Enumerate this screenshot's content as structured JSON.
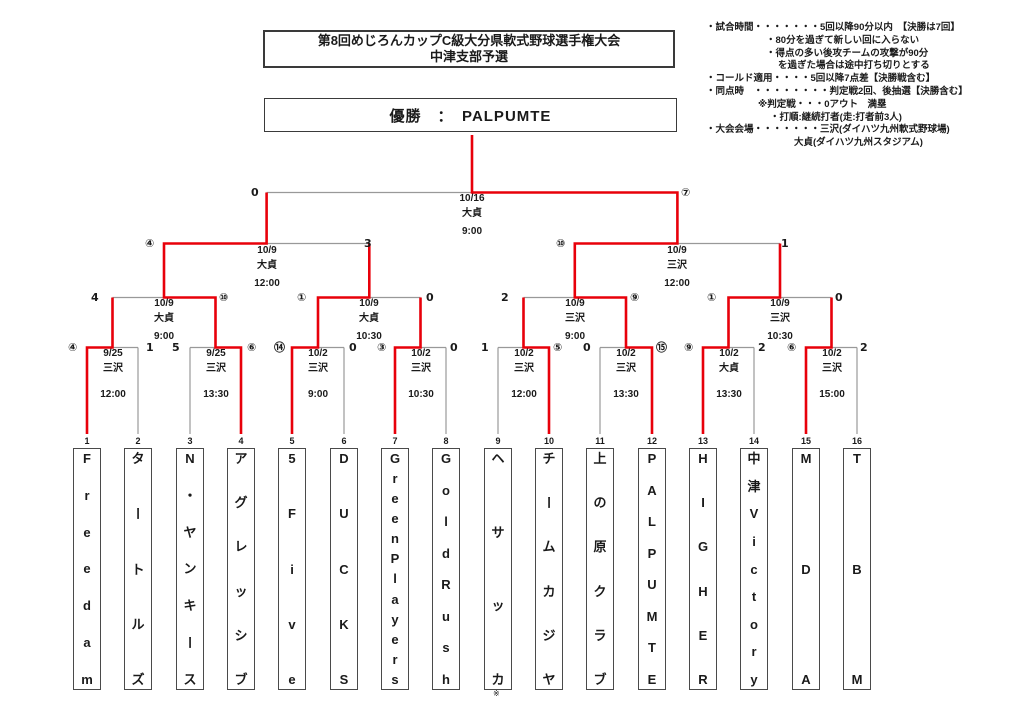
{
  "header": {
    "title_line1": "第8回めじろんカップC級大分県軟式野球選手権大会",
    "title_line2": "中津支部予選",
    "champion_label": "優勝　：　PALPUMTE"
  },
  "notes": {
    "lines": [
      "・試合時間・・・・・・・5回以降90分以内　【決勝は7回】",
      "・80分を過ぎて新しい回に入らない",
      "・得点の多い後攻チームの攻撃が90分",
      "を過ぎた場合は途中打ち切りとする",
      "・コールド適用・・・・5回以降7点差【決勝戦含む】",
      "・同点時　・・・・・・・・判定戦2回、後抽選【決勝含む】",
      "※判定戦・・・0アウト　満塁",
      "・打順:継続打者(走:打者前3人)",
      "・大会会場・・・・・・・三沢(ダイハツ九州軟式野球場)",
      "大貞(ダイハツ九州スタジアム)"
    ]
  },
  "bracket": {
    "final": {
      "date": "10/16",
      "venue": "大貞",
      "time": "9:00",
      "score_left": "0",
      "score_right": "⑦"
    },
    "semifinals": [
      {
        "date": "10/9",
        "venue": "大貞",
        "time": "12:00",
        "score_left": "④",
        "score_right": "3"
      },
      {
        "date": "10/9",
        "venue": "三沢",
        "time": "12:00",
        "score_left": "⑩",
        "score_right": "1"
      }
    ],
    "quarterfinals": [
      {
        "date": "10/9",
        "venue": "大貞",
        "time": "9:00",
        "score_left": "4",
        "score_right": "⑩"
      },
      {
        "date": "10/9",
        "venue": "大貞",
        "time": "10:30",
        "score_left": "①",
        "score_right": "0"
      },
      {
        "date": "10/9",
        "venue": "三沢",
        "time": "9:00",
        "score_left": "2",
        "score_right": "⑨"
      },
      {
        "date": "10/9",
        "venue": "三沢",
        "time": "10:30",
        "score_left": "①",
        "score_right": "0"
      }
    ],
    "round1": [
      {
        "date": "9/25",
        "venue": "三沢",
        "time": "12:00",
        "score_left": "④",
        "score_right": "1"
      },
      {
        "date": "9/25",
        "venue": "三沢",
        "time": "13:30",
        "score_left": "5",
        "score_right": "⑥"
      },
      {
        "date": "10/2",
        "venue": "三沢",
        "time": "9:00",
        "score_left": "⑭",
        "score_right": "0"
      },
      {
        "date": "10/2",
        "venue": "三沢",
        "time": "10:30",
        "score_left": "③",
        "score_right": "0"
      },
      {
        "date": "10/2",
        "venue": "三沢",
        "time": "12:00",
        "score_left": "1",
        "score_right": "⑤"
      },
      {
        "date": "10/2",
        "venue": "三沢",
        "time": "13:30",
        "score_left": "0",
        "score_right": "⑮"
      },
      {
        "date": "10/2",
        "venue": "大貞",
        "time": "13:30",
        "score_left": "⑨",
        "score_right": "2"
      },
      {
        "date": "10/2",
        "venue": "三沢",
        "time": "15:00",
        "score_left": "⑥",
        "score_right": "2"
      }
    ],
    "teams": [
      {
        "number": "1",
        "name": "Freedam"
      },
      {
        "number": "2",
        "name": "タートルズ"
      },
      {
        "number": "3",
        "name": "N・ヤンキース"
      },
      {
        "number": "4",
        "name": "アグレッシブ"
      },
      {
        "number": "5",
        "name": "5Five"
      },
      {
        "number": "6",
        "name": "DUCKS"
      },
      {
        "number": "7",
        "name": "Green Players"
      },
      {
        "number": "8",
        "name": "Gold Rush"
      },
      {
        "number": "9",
        "name": "ヘサッカ"
      },
      {
        "number": "10",
        "name": "チームカジヤ"
      },
      {
        "number": "11",
        "name": "上の原クラブ"
      },
      {
        "number": "12",
        "name": "PALPUMTE"
      },
      {
        "number": "13",
        "name": "HIGHER"
      },
      {
        "number": "14",
        "name": "中津Victory"
      },
      {
        "number": "15",
        "name": "MDA"
      },
      {
        "number": "16",
        "name": "TBM"
      }
    ],
    "footnote_mark": "※"
  },
  "colors": {
    "winner_path": "#e8000a",
    "base_line": "#999999"
  }
}
